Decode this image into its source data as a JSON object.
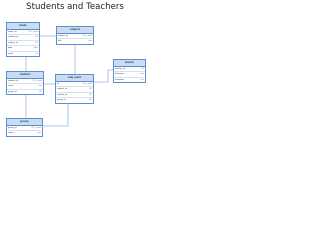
{
  "title": "Students and Teachers",
  "tables": [
    {
      "name": "marks",
      "fields": [
        {
          "field": "name_id",
          "type": "PK_serial"
        },
        {
          "field": "student_id",
          "type": "FK"
        },
        {
          "field": "subject_id",
          "type": "FK"
        },
        {
          "field": "date",
          "type": "date"
        },
        {
          "field": "mark",
          "type": "int"
        }
      ]
    },
    {
      "name": "subjects",
      "fields": [
        {
          "field": "subject_id",
          "type": "PK_serial"
        },
        {
          "field": "title",
          "type": "text"
        }
      ]
    },
    {
      "name": "students",
      "fields": [
        {
          "field": "student_id",
          "type": "PK_serial"
        },
        {
          "field": "name",
          "type": "text"
        },
        {
          "field": "group_id",
          "type": "FK"
        }
      ]
    },
    {
      "name": "subj_teach",
      "fields": [
        {
          "field": "id",
          "type": "PK_serial"
        },
        {
          "field": "subject_id",
          "type": "FK"
        },
        {
          "field": "teacher_id",
          "type": "FK"
        },
        {
          "field": "group_id",
          "type": "FK"
        }
      ]
    },
    {
      "name": "teacher",
      "fields": [
        {
          "field": "teacher_id",
          "type": "PK"
        },
        {
          "field": "firstname",
          "type": "text"
        },
        {
          "field": "lastname",
          "type": "text"
        }
      ]
    },
    {
      "name": "groups",
      "fields": [
        {
          "field": "group_id",
          "type": "PK_serial"
        },
        {
          "field": "name",
          "type": "text"
        }
      ]
    }
  ],
  "colors": {
    "border": "#5b8fd0",
    "header": "#c9dcf2",
    "link": "#5b8fd0"
  }
}
